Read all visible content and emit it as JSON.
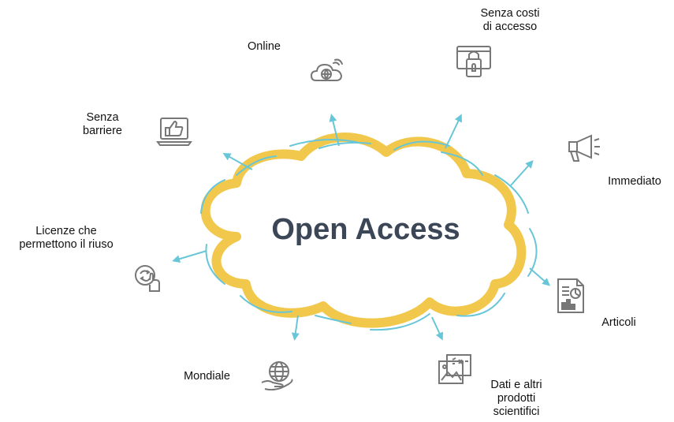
{
  "center": {
    "title": "Open Access"
  },
  "nodes": [
    {
      "id": "online",
      "lines": [
        "Online"
      ],
      "icon": "cloud-globe-icon"
    },
    {
      "id": "senza-costi",
      "lines": [
        "Senza costi",
        "di accesso"
      ],
      "icon": "lock-window-icon"
    },
    {
      "id": "immediato",
      "lines": [
        "Immediato"
      ],
      "icon": "megaphone-icon"
    },
    {
      "id": "articoli",
      "lines": [
        "Articoli"
      ],
      "icon": "document-chart-icon"
    },
    {
      "id": "dati",
      "lines": [
        "Dati e altri",
        "prodotti",
        "scientifici"
      ],
      "icon": "image-gallery-icon"
    },
    {
      "id": "mondiale",
      "lines": [
        "Mondiale"
      ],
      "icon": "globe-hand-icon"
    },
    {
      "id": "licenze",
      "lines": [
        "Licenze che",
        "permettono il riuso"
      ],
      "icon": "reuse-hand-icon"
    },
    {
      "id": "senza-barriere",
      "lines": [
        "Senza",
        "barriere"
      ],
      "icon": "thumbs-up-laptop-icon"
    }
  ],
  "colors": {
    "cloud_outline": "#f1c84b",
    "title": "#3b4656",
    "arrows": "#67c6d8",
    "icons": "#777777"
  }
}
